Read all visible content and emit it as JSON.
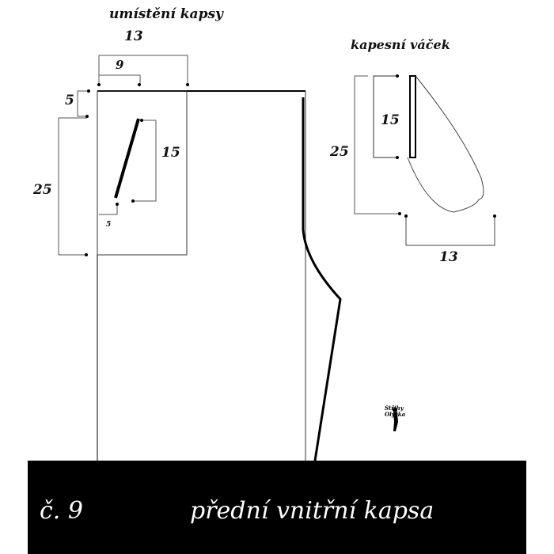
{
  "titles": {
    "placement": "umístění kapsy",
    "pocket_bag": "kapesní váček"
  },
  "placement_dims": {
    "width_total": "13",
    "slit_offset": "9",
    "top_offset": "5",
    "height": "25",
    "slit_length": "15",
    "slit_bottom_offset": "5"
  },
  "pocket_bag_dims": {
    "opening": "15",
    "height": "25",
    "width": "13"
  },
  "logo": {
    "line1": "Střihy",
    "line2": "Olyška"
  },
  "caption": {
    "number": "č. 9",
    "title": "přední vnitřní kapsa"
  }
}
